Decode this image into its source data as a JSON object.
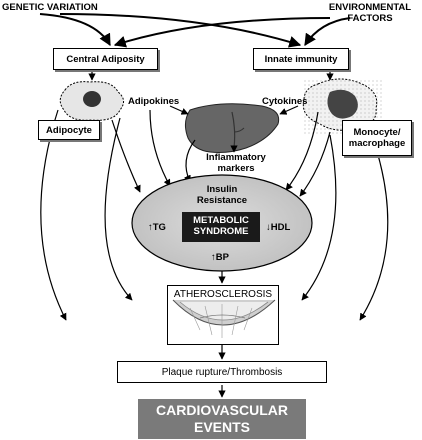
{
  "top": {
    "genetic_variation": "GENETIC VARIATION",
    "environmental_factors_line1": "ENVIRONMENTAL",
    "environmental_factors_line2": "FACTORS"
  },
  "boxes": {
    "central_adiposity": "Central Adiposity",
    "innate_immunity": "Innate immunity",
    "adipocyte": "Adipocyte",
    "monocyte_line1": "Monocyte/",
    "monocyte_line2": "macrophage",
    "atherosclerosis": "ATHEROSCLEROSIS",
    "plaque": "Plaque rupture/Thrombosis",
    "cv_line1": "CARDIOVASCULAR",
    "cv_line2": "EVENTS"
  },
  "labels": {
    "adipokines": "Adipokines",
    "cytokines": "Cytokines",
    "inflammatory_line1": "Inflammatory",
    "inflammatory_line2": "markers"
  },
  "ellipse": {
    "insulin_line1": "Insulin",
    "insulin_line2": "Resistance",
    "metabolic_line1": "METABOLIC",
    "metabolic_line2": "SYNDROME",
    "tg": "↑TG",
    "hdl": "↓HDL",
    "bp": "↑BP"
  }
}
